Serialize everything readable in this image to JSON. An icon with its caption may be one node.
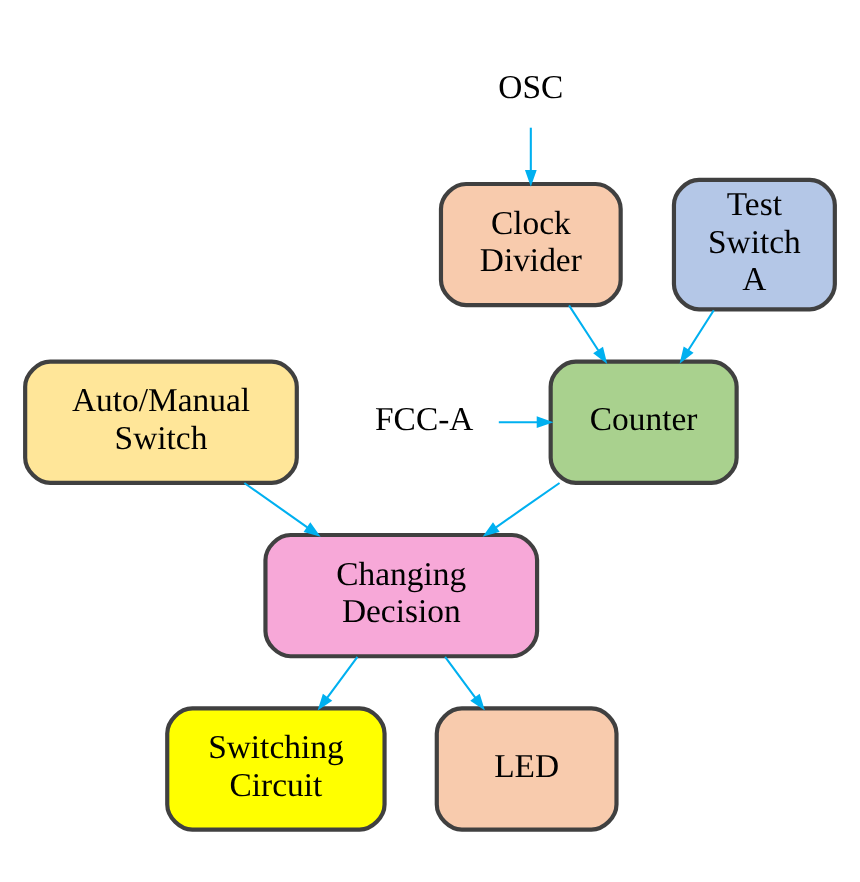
{
  "diagram": {
    "nodes": [
      {
        "text": [
          "OSC"
        ]
      },
      {
        "text": [
          "Test Switch A"
        ]
      },
      {
        "text": [
          "Clock Divider"
        ]
      },
      {
        "text": [
          "FCC-A"
        ]
      },
      {
        "text": [
          "Counter"
        ]
      },
      {
        "text": [
          "Auto/Manual Switch"
        ]
      },
      {
        "text": [
          "Changing Decision"
        ]
      },
      {
        "text": [
          "Switching Circuit"
        ]
      },
      {
        "text": [
          "LED"
        ]
      }
    ],
    "edges": [
      {
        "from": 0,
        "to": 2,
        "arrow": "to"
      },
      {
        "from": 1,
        "to": 4,
        "arrow": "to"
      },
      {
        "from": 2,
        "to": 4,
        "arrow": "to"
      },
      {
        "from": 3,
        "to": 4,
        "arrow": "to"
      },
      {
        "from": 4,
        "to": 6,
        "arrow": "to"
      },
      {
        "from": 5,
        "to": 6,
        "arrow": "to"
      },
      {
        "from": 6,
        "to": 7,
        "arrow": "to"
      },
      {
        "from": 6,
        "to": 8,
        "arrow": "to"
      }
    ]
  }
}
